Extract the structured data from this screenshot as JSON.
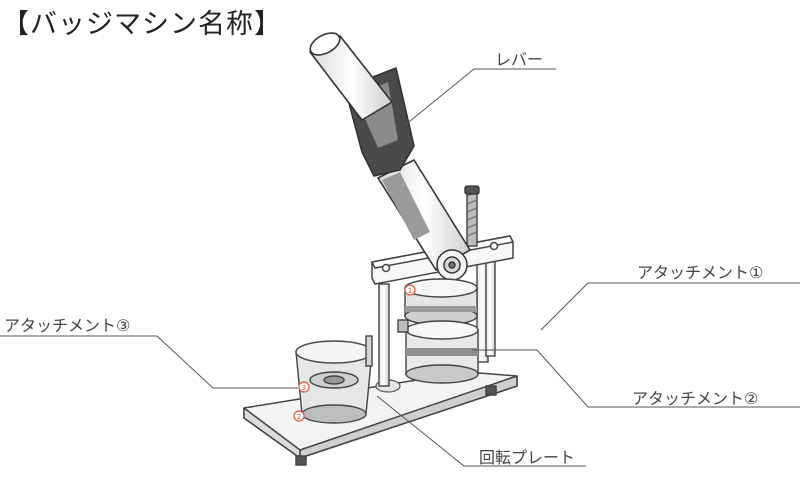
{
  "title": "【バッジマシン名称】",
  "labels": {
    "lever": "レバー",
    "attachment1": "アタッチメント①",
    "attachment2": "アタッチメント②",
    "attachment3": "アタッチメント③",
    "rotating_plate": "回転プレート"
  },
  "markers": {
    "a1": "1",
    "a3": "3",
    "base": "2"
  },
  "colors": {
    "accent": "#e05a3a",
    "leader_line": "#555555",
    "outline": "#444444"
  }
}
